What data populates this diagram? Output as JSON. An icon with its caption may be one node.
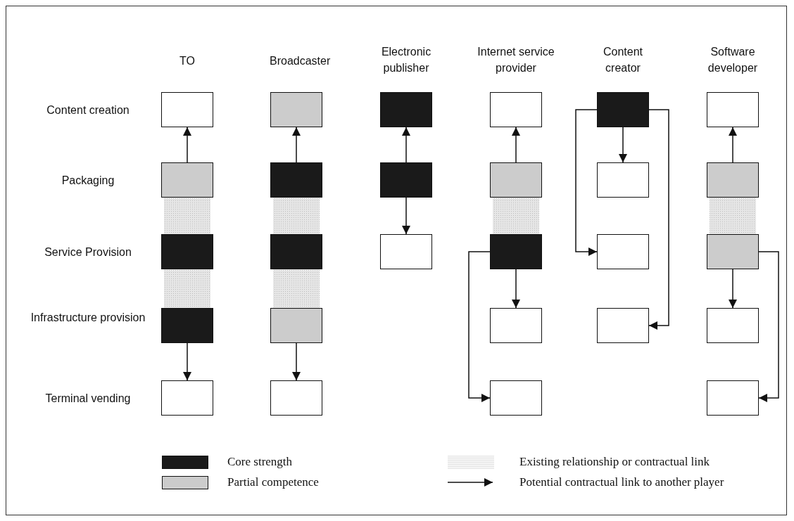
{
  "diagram": {
    "nodes": [
      {
        "text": [],
        "shape": "box"
      },
      {
        "text": [],
        "shape": "box"
      },
      {
        "text": [],
        "shape": "box"
      },
      {
        "text": [],
        "shape": "box"
      },
      {
        "text": [],
        "shape": "box"
      },
      {
        "text": [],
        "shape": "box"
      },
      {
        "text": [],
        "shape": "box"
      },
      {
        "text": [],
        "shape": "box"
      },
      {
        "text": [],
        "shape": "box"
      },
      {
        "text": [],
        "shape": "box"
      },
      {
        "text": [],
        "shape": "box"
      },
      {
        "text": [],
        "shape": "box"
      },
      {
        "text": [],
        "shape": "box"
      },
      {
        "text": [],
        "shape": "box"
      },
      {
        "text": [],
        "shape": "box"
      },
      {
        "text": [],
        "shape": "box"
      },
      {
        "text": [],
        "shape": "box"
      },
      {
        "text": [],
        "shape": "box"
      },
      {
        "text": [],
        "shape": "box"
      },
      {
        "text": [],
        "shape": "box"
      },
      {
        "text": [],
        "shape": "box"
      },
      {
        "text": [],
        "shape": "box"
      },
      {
        "text": [],
        "shape": "box"
      },
      {
        "text": [],
        "shape": "box"
      },
      {
        "text": [],
        "shape": "box"
      },
      {
        "text": [],
        "shape": "box"
      },
      {
        "text": [],
        "shape": "box"
      }
    ],
    "edges": [
      {
        "from": 6,
        "to": 0,
        "arrow": "to"
      },
      {
        "from": 7,
        "to": 1,
        "arrow": "to"
      },
      {
        "from": 8,
        "to": 2,
        "arrow": "to"
      },
      {
        "from": 8,
        "to": 14,
        "arrow": "to"
      },
      {
        "from": 9,
        "to": 3,
        "arrow": "to"
      },
      {
        "from": 4,
        "to": 10,
        "arrow": "to"
      },
      {
        "from": 4,
        "to": 16,
        "arrow": "to"
      },
      {
        "from": 4,
        "to": 21,
        "arrow": "to"
      },
      {
        "from": 11,
        "to": 5,
        "arrow": "to"
      },
      {
        "from": 15,
        "to": 20,
        "arrow": "to"
      },
      {
        "from": 15,
        "to": 25,
        "arrow": "to"
      },
      {
        "from": 17,
        "to": 22,
        "arrow": "to"
      },
      {
        "from": 17,
        "to": 26,
        "arrow": "to"
      },
      {
        "from": 18,
        "to": 23,
        "arrow": "to"
      },
      {
        "from": 19,
        "to": 24,
        "arrow": "to"
      },
      {
        "from": 6,
        "to": 12,
        "arrow": "none",
        "style": "thick",
        "color": "#e6e6e6"
      },
      {
        "from": 12,
        "to": 18,
        "arrow": "none",
        "style": "thick",
        "color": "#e6e6e6"
      },
      {
        "from": 7,
        "to": 13,
        "arrow": "none",
        "style": "thick",
        "color": "#e6e6e6"
      },
      {
        "from": 13,
        "to": 19,
        "arrow": "none",
        "style": "thick",
        "color": "#e6e6e6"
      },
      {
        "from": 9,
        "to": 15,
        "arrow": "none",
        "style": "thick",
        "color": "#e6e6e6"
      },
      {
        "from": 11,
        "to": 17,
        "arrow": "none",
        "style": "thick",
        "color": "#e6e6e6"
      }
    ],
    "labels": [
      "TO",
      "Broadcaster",
      "Electronic publisher",
      "Internet service provider",
      "Content creator",
      "Software developer",
      "Content creation",
      "Packaging",
      "Service Provision",
      "Infrastructure provision",
      "Terminal vending"
    ],
    "legend": [
      {
        "text": "Core strength",
        "color": "#1a1a1a"
      },
      {
        "text": "Partial competence",
        "color": "#cccccc"
      },
      {
        "text": "Existing relationship or contractual link",
        "color": "#e6e6e6"
      },
      {
        "text": "Potential contractual link to another player"
      }
    ]
  }
}
